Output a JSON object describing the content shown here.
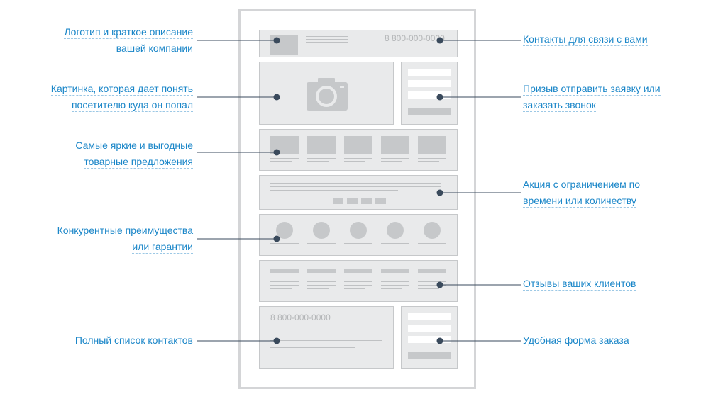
{
  "colors": {
    "accent": "#1a86c8",
    "connector": "#3a4a5c",
    "block_fill": "#e9eaeb",
    "block_border": "#c6c8ca"
  },
  "wireframe": {
    "header_phone": "8 800-000-0000",
    "footer_phone": "8 800-000-0000",
    "camera_icon": "camera-icon"
  },
  "labels": {
    "left": [
      {
        "id": "logo",
        "lines": [
          "Логотип и краткое описание",
          "вашей компании"
        ]
      },
      {
        "id": "picture",
        "lines": [
          "Картинка, которая дает понять",
          "посетителю куда он попал"
        ]
      },
      {
        "id": "offers",
        "lines": [
          "Самые яркие и выгодные",
          "товарные предложения"
        ]
      },
      {
        "id": "advantages",
        "lines": [
          "Конкурентные преимущества",
          "или гарантии"
        ]
      },
      {
        "id": "contacts-full",
        "lines": [
          "Полный список контактов"
        ]
      }
    ],
    "right": [
      {
        "id": "contacts",
        "lines": [
          "Контакты для связи с вами"
        ]
      },
      {
        "id": "callback",
        "lines": [
          "Призыв отправить заявку или",
          "заказать звонок"
        ]
      },
      {
        "id": "promo",
        "lines": [
          "Акция с ограничением по",
          "времени или количеству"
        ]
      },
      {
        "id": "reviews",
        "lines": [
          "Отзывы ваших клиентов"
        ]
      },
      {
        "id": "order-form",
        "lines": [
          "Удобная форма заказа"
        ]
      }
    ]
  }
}
